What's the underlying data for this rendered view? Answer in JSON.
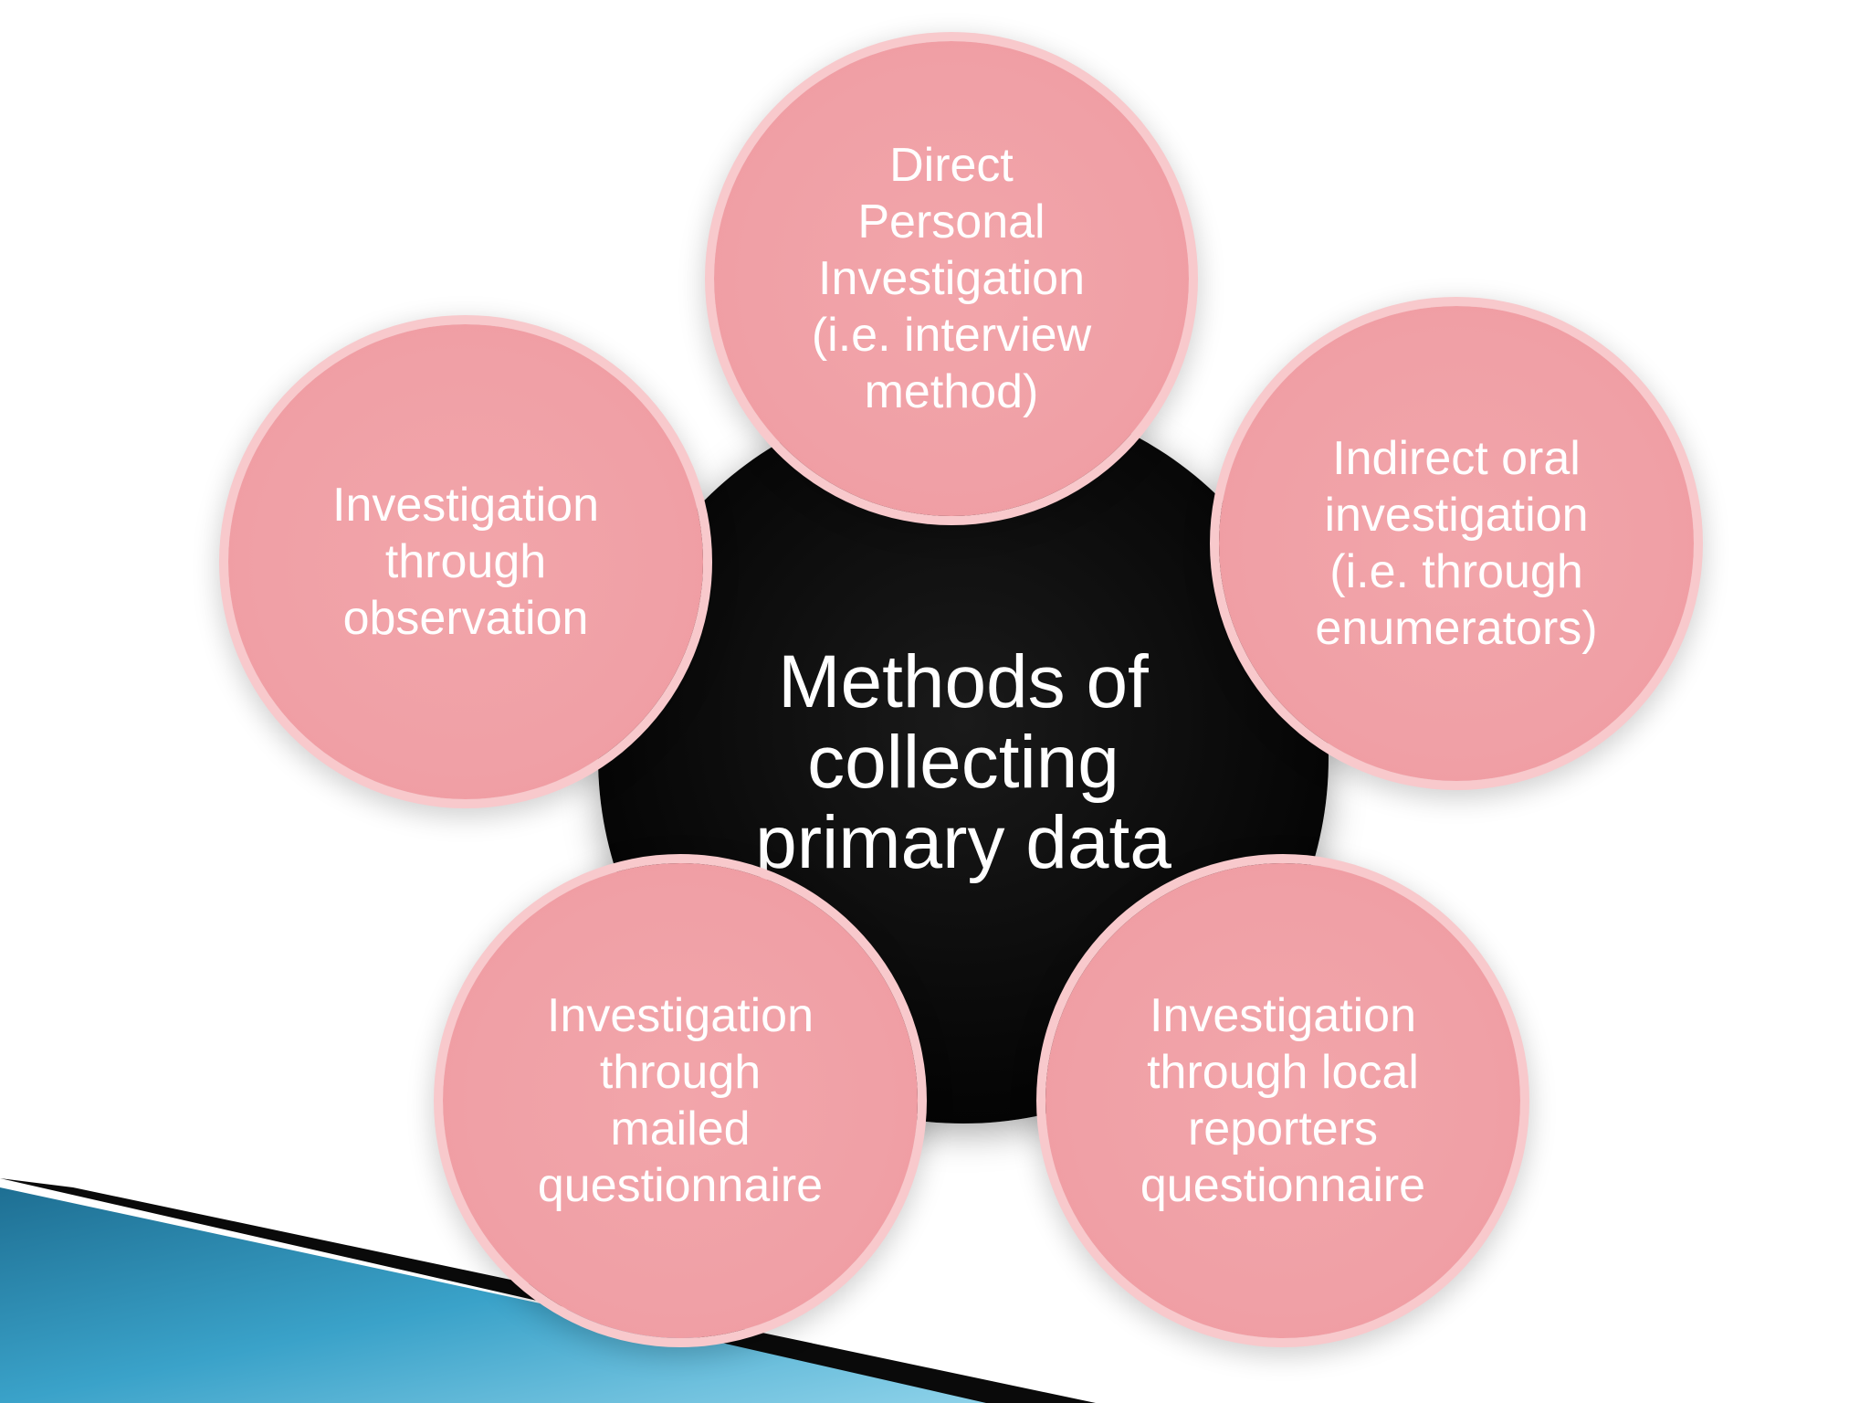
{
  "diagram": {
    "center": {
      "label": "Methods of\ncollecting\nprimary data"
    },
    "nodes": [
      {
        "label": "Direct\nPersonal\nInvestigation\n(i.e. interview\nmethod)"
      },
      {
        "label": "Indirect oral\ninvestigation\n(i.e. through\nenumerators)"
      },
      {
        "label": "Investigation\nthrough local\nreporters\nquestionnaire"
      },
      {
        "label": "Investigation\nthrough\nmailed\nquestionnaire"
      },
      {
        "label": "Investigation\nthrough\nobservation"
      }
    ]
  },
  "colors": {
    "node_fill": "#f0a0a6",
    "node_ring": "#f8c9cc",
    "center_fill": "#000000",
    "corner_accent": "#2f8fb8"
  }
}
